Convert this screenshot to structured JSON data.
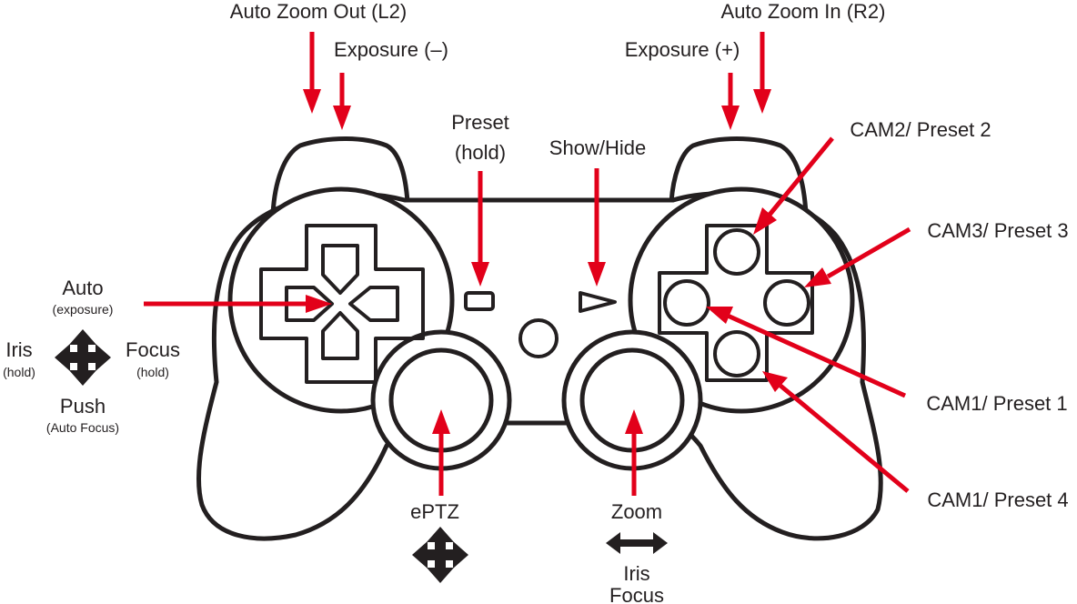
{
  "labels": {
    "auto_zoom_out": "Auto Zoom Out (L2)",
    "auto_zoom_in": "Auto Zoom In (R2)",
    "exposure_minus": "Exposure (–)",
    "exposure_plus": "Exposure (+)",
    "preset_line1": "Preset",
    "preset_line2": "(hold)",
    "show_hide": "Show/Hide",
    "cam2": "CAM2/ Preset 2",
    "cam3": "CAM3/ Preset 3",
    "cam1_a": "CAM1/ Preset 1",
    "cam1_b": "CAM1/ Preset 4",
    "auto": "Auto",
    "auto_sub": "(exposure)",
    "iris": "Iris",
    "iris_sub": "(hold)",
    "focus": "Focus",
    "focus_sub": "(hold)",
    "push": "Push",
    "push_sub": "(Auto Focus)",
    "eptz": "ePTZ",
    "zoom": "Zoom",
    "iris_bottom": "Iris",
    "focus_bottom": "Focus"
  },
  "colors": {
    "arrow": "#e2001a",
    "outline": "#231f20",
    "background": "#ffffff"
  },
  "icons": {
    "left_stick_symbol": "four-way-arrow-icon",
    "eptz_symbol": "four-way-arrow-icon",
    "zoom_symbol": "horizontal-double-arrow-icon"
  }
}
